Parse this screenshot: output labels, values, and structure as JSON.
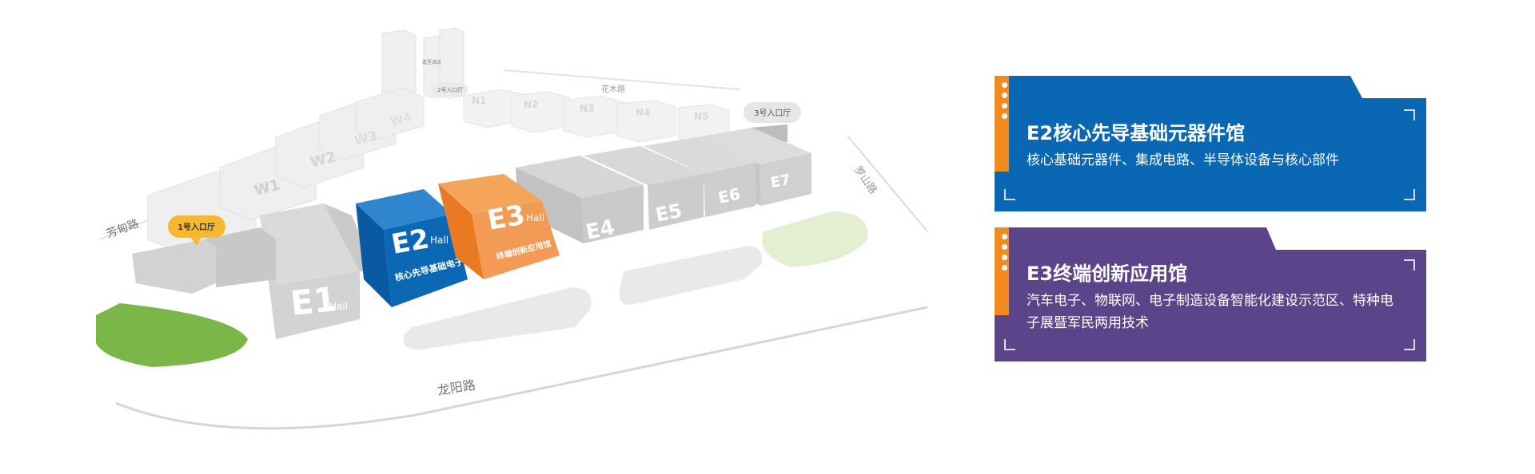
{
  "map": {
    "roads": {
      "fangdian": "芳甸路",
      "huamu": "花木路",
      "luoshan": "罗山路",
      "longyang": "龙阳路"
    },
    "entrances": {
      "entrance1": "1号入口厅",
      "entrance2": "2号入口厅",
      "entrance3": "3号入口厅"
    },
    "hotel": "嘉里酒店",
    "hall_word": "Hall",
    "halls": {
      "w1": "W1",
      "w2": "W2",
      "w3": "W3",
      "w4": "W4",
      "n1": "N1",
      "n2": "N2",
      "n3": "N3",
      "n4": "N4",
      "n5": "N5",
      "e1": "E1",
      "e2": "E2",
      "e3": "E3",
      "e4": "E4",
      "e5": "E5",
      "e6": "E6",
      "e7": "E7"
    },
    "e2_theme": "核心先导基础电子馆",
    "e3_theme": "终端创新应用馆",
    "colors": {
      "e2": "#0b68b4",
      "e3": "#f08a2c",
      "green": "#7ab648"
    }
  },
  "cards": [
    {
      "title": "E2核心先导基础元器件馆",
      "description": "核心基础元器件、集成电路、半导体设备与核心部件",
      "color": "#0a67b4",
      "accent": "#f28a1e"
    },
    {
      "title": "E3终端创新应用馆",
      "description": "汽车电子、物联网、电子制造设备智能化建设示范区、特种电子展暨军民两用技术",
      "color": "#5b4489",
      "accent": "#f28a1e"
    }
  ]
}
